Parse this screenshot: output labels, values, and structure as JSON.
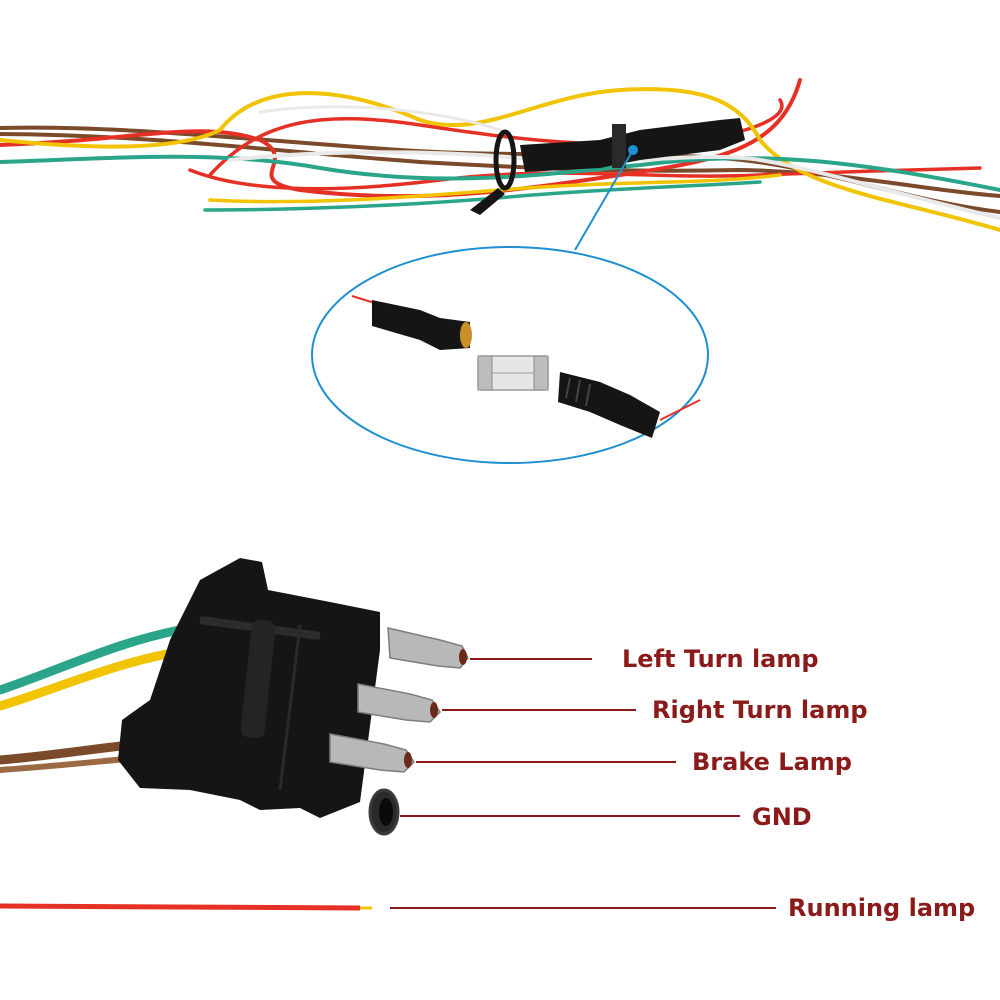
{
  "colors": {
    "label_text": "#8b1a1a",
    "leader_line": "#8b1a1a",
    "callout_blue": "#1e8fd0",
    "connector_black": "#151515",
    "wire_red": "#e53025",
    "wire_yellow": "#f2c300",
    "wire_green": "#2aa58a",
    "wire_brown": "#7a4a2a",
    "wire_white": "#eeeeee"
  },
  "figure": {
    "top": {
      "subject": "wire-bundle-with-inline-fuse-holder",
      "callout": "fuse-holder-detail-oval"
    },
    "connector": {
      "subject": "4-way-flat-trailer-connector"
    }
  },
  "labels": {
    "left_turn": "Left Turn lamp",
    "right_turn": "Right Turn lamp",
    "brake": "Brake Lamp",
    "gnd": "GND",
    "running": "Running lamp"
  }
}
